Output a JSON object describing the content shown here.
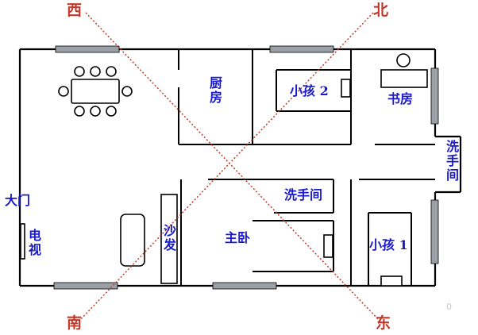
{
  "directions": {
    "west": "西",
    "north": "北",
    "south": "南",
    "east": "东"
  },
  "rooms": {
    "kitchen": "厨房",
    "child2": "小孩 2",
    "study": "书房",
    "bathroom_right": "洗手间",
    "main_door": "大门",
    "tv": "电视",
    "sofa": "沙发",
    "bathroom_center": "洗手间",
    "master_bedroom": "主卧",
    "child1": "小孩 1"
  },
  "watermark": "0",
  "colors": {
    "wall": "#000000",
    "window": "#9aa0a6",
    "label": "#1a1acc",
    "compass": "#c0392b",
    "diagonal": "#c0392b"
  }
}
